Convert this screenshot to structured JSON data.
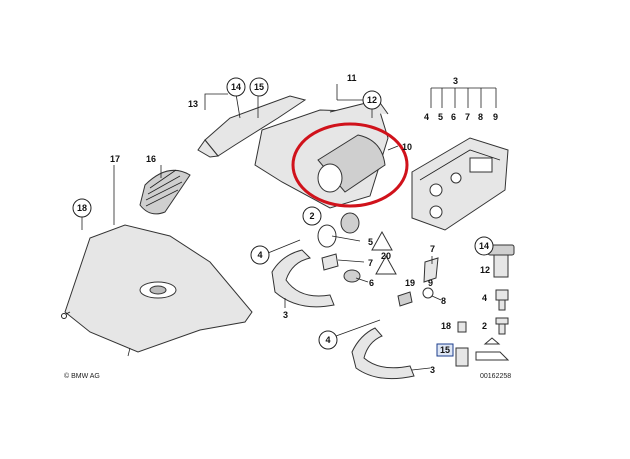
{
  "diagram": {
    "callouts": [
      "2",
      "3",
      "4",
      "5",
      "6",
      "7",
      "8",
      "9",
      "10",
      "11",
      "12",
      "13",
      "14",
      "15",
      "16",
      "17",
      "18",
      "19",
      "20"
    ],
    "bracket_3_top": {
      "label": "3",
      "items": [
        "4",
        "5",
        "6",
        "7",
        "8",
        "9"
      ]
    },
    "bracket_11": {
      "label": "11"
    },
    "right_column": [
      "14",
      "12",
      "4",
      "2",
      "18",
      "15"
    ],
    "copyright": "© BMW AG",
    "ref_number": "00162258",
    "highlight_color": "#d0121b"
  }
}
